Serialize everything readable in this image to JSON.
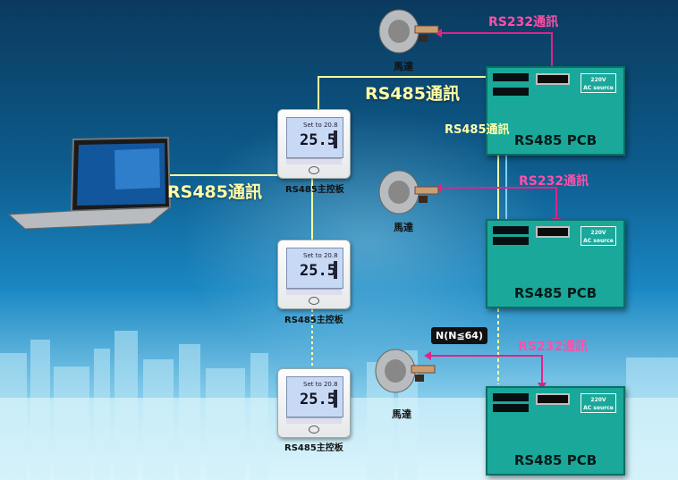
{
  "labels": {
    "rs485_top": "RS485通訊",
    "rs485_left": "RS485通訊",
    "rs485_mid": "RS485通訊",
    "rs232_1": "RS232通訊",
    "rs232_2": "RS232通訊",
    "rs232_3": "RS232通訊",
    "motor_1": "馬達",
    "motor_2": "馬達",
    "motor_3": "馬達",
    "controller_1": "RS485主控板",
    "controller_2": "RS485主控板",
    "controller_3": "RS485主控板",
    "n_limit": "N(N≦64)"
  },
  "pcb": [
    {
      "title": "RS485 PCB",
      "ac": "220V",
      "ac2": "AC source"
    },
    {
      "title": "RS485 PCB",
      "ac": "220V",
      "ac2": "AC source"
    },
    {
      "title": "RS485 PCB",
      "ac": "220V",
      "ac2": "AC source"
    }
  ],
  "controller_screen": {
    "set": "Set to 20.8",
    "temp": "25.5"
  },
  "colors": {
    "rs485_line": "#ffff9a",
    "rs232_line": "#e0238a",
    "pcb": "#1aa89a",
    "link_line": "#7fd0ff"
  }
}
